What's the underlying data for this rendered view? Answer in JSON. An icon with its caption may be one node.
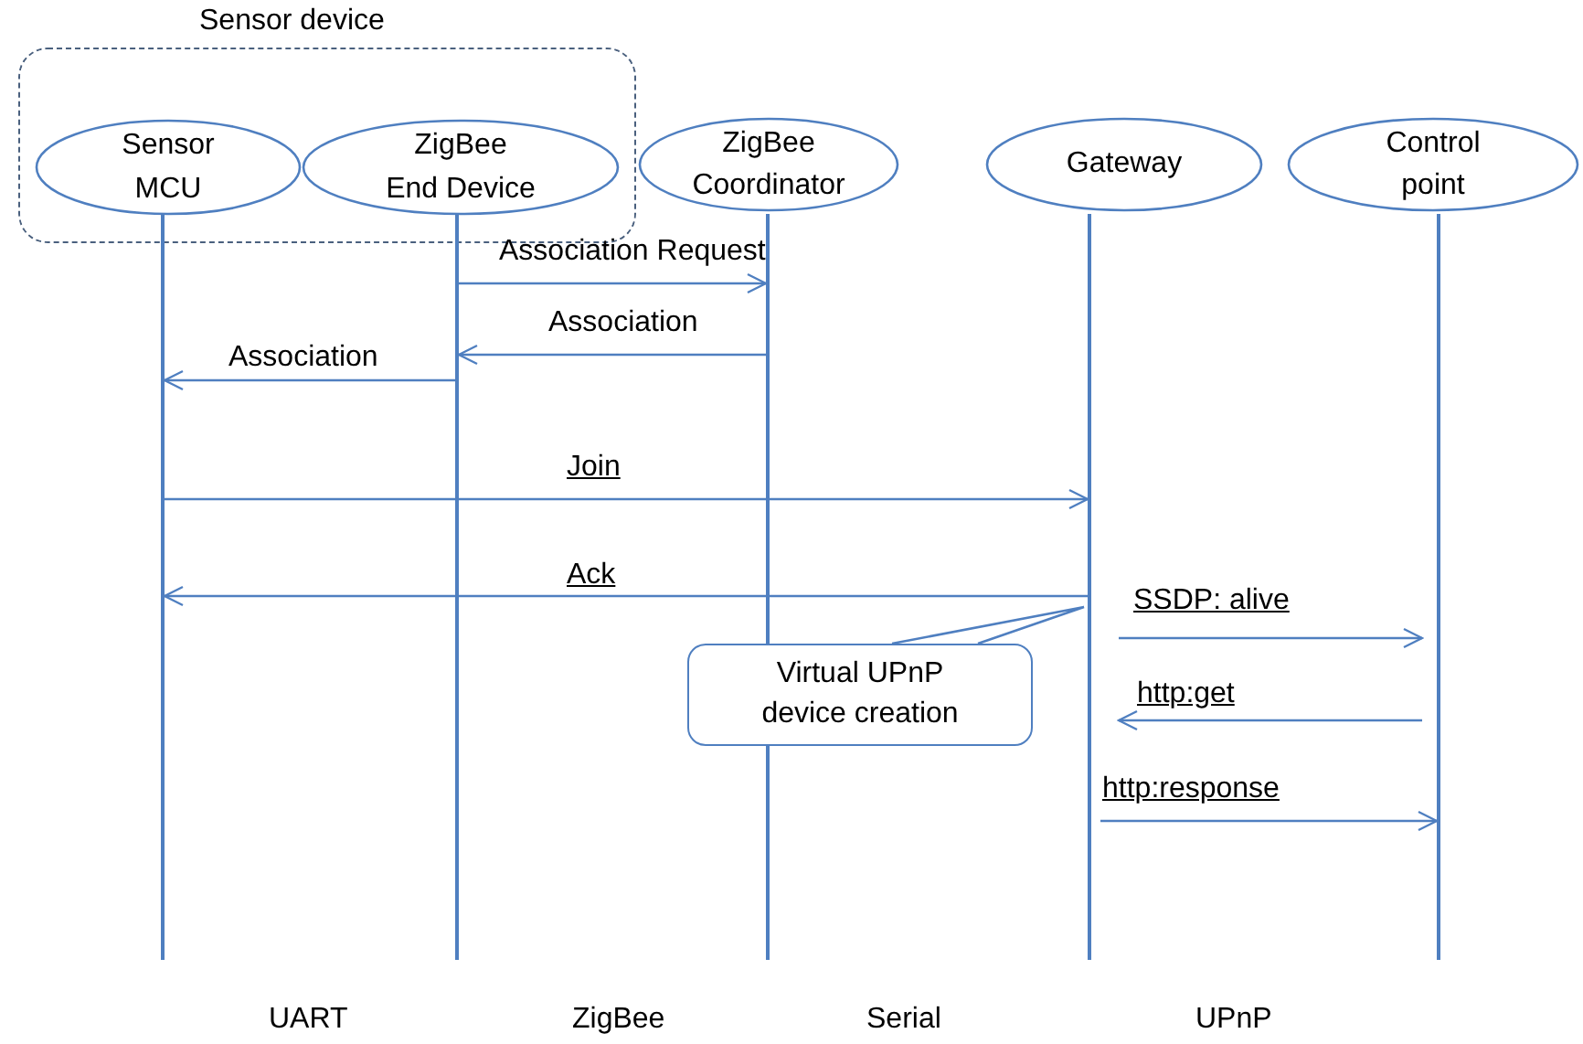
{
  "diagram": {
    "nodes": [
      {
        "text": [
          "Sensor device"
        ]
      },
      {
        "text": [
          "Sensor MCU"
        ],
        "in": 0
      },
      {
        "text": [
          "ZigBee End Device"
        ],
        "in": 0
      },
      {
        "text": [
          "ZigBee Coordinator"
        ]
      },
      {
        "text": [
          "Gateway"
        ]
      },
      {
        "text": [
          "Control point"
        ]
      },
      {
        "text": [
          "Virtual UPnP device creation"
        ]
      },
      {
        "text": [],
        "shape": "bar"
      },
      {
        "text": [],
        "shape": "bar"
      },
      {
        "text": [],
        "shape": "bar"
      },
      {
        "text": [],
        "shape": "bar"
      },
      {
        "text": [],
        "shape": "bar"
      }
    ],
    "edges": [
      {
        "from": 8,
        "to": 9,
        "arrow": "to",
        "label": "Association Request"
      },
      {
        "from": 9,
        "to": 8,
        "arrow": "to",
        "label": "Association"
      },
      {
        "from": 8,
        "to": 7,
        "arrow": "to",
        "label": "Association"
      },
      {
        "from": 7,
        "to": 10,
        "arrow": "to",
        "label": "Join"
      },
      {
        "from": 10,
        "to": 7,
        "arrow": "to",
        "label": "Ack"
      },
      {
        "from": 10,
        "to": 11,
        "arrow": "to",
        "label": "SSDP: alive"
      },
      {
        "from": 11,
        "to": 10,
        "arrow": "to",
        "label": "http:get"
      },
      {
        "from": 10,
        "to": 11,
        "arrow": "to",
        "label": "http:response"
      }
    ],
    "labels": [
      "UART",
      "ZigBee",
      "Serial",
      "UPnP"
    ]
  }
}
